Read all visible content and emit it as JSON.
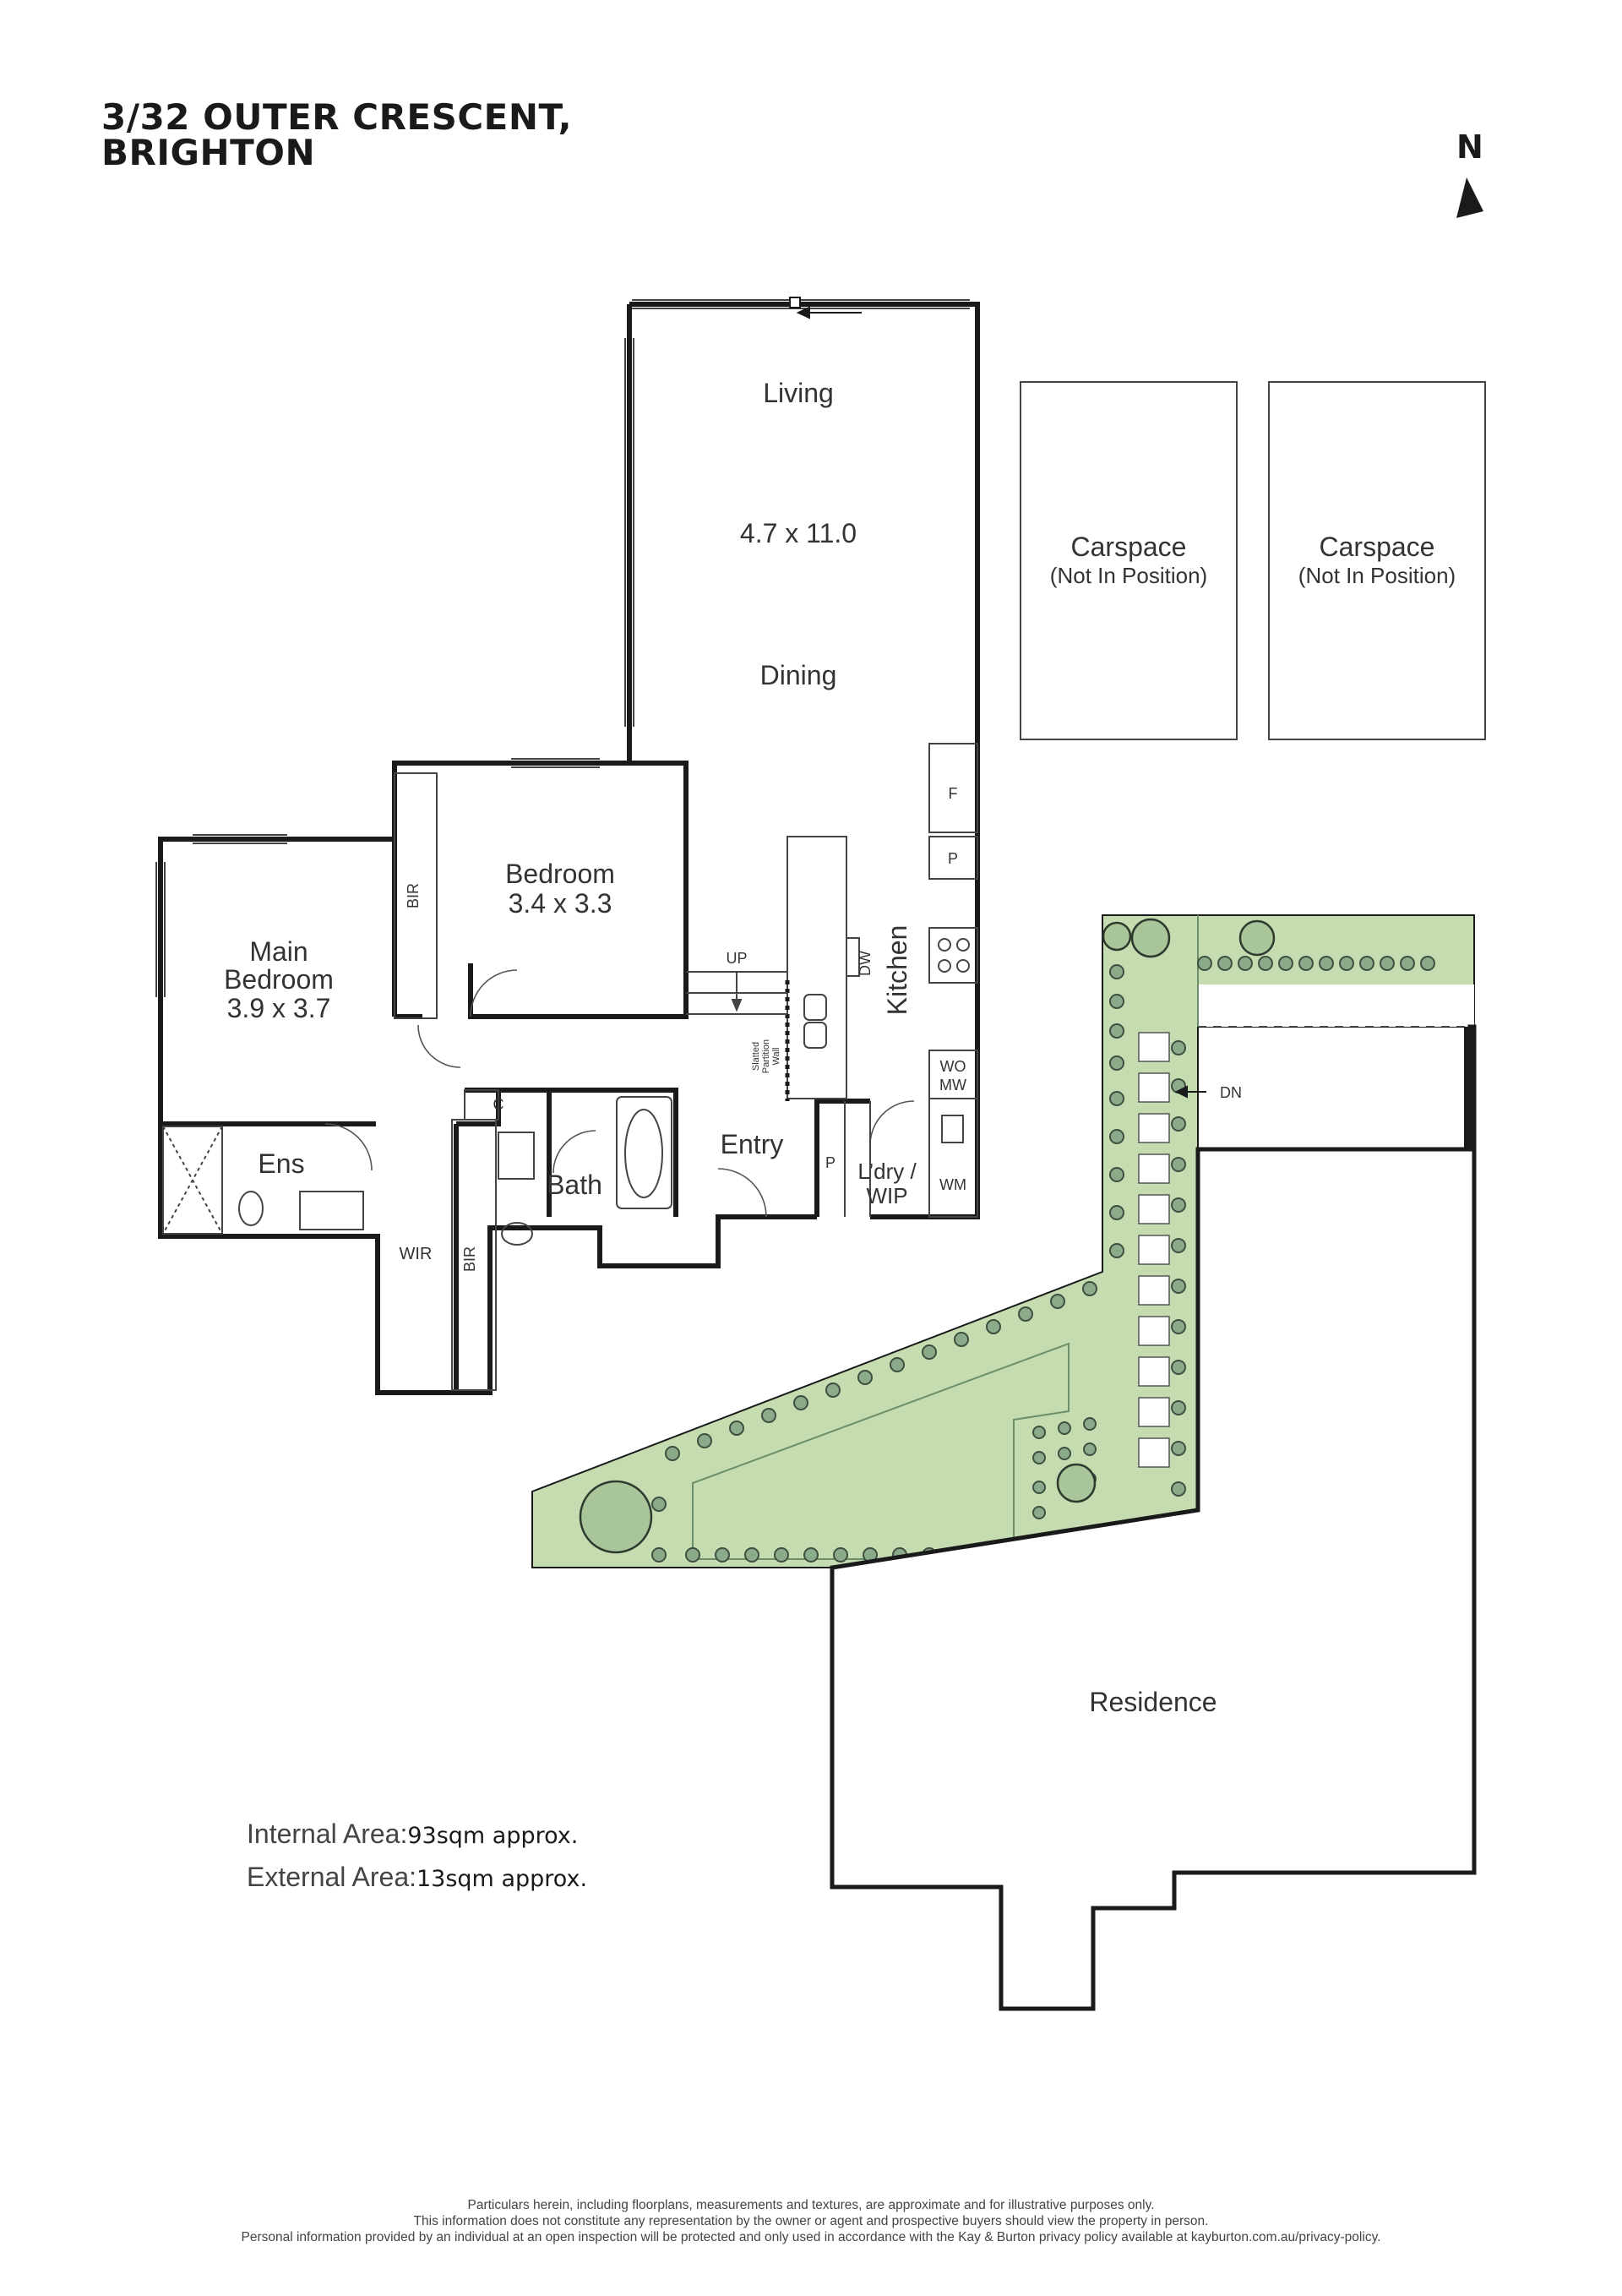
{
  "header": {
    "address_line1": "3/32 OUTER CRESCENT,",
    "address_line2": "BRIGHTON"
  },
  "compass": {
    "label": "N",
    "icon": "north-arrow-icon"
  },
  "rooms": {
    "living": "Living",
    "living_dims": "4.7 x 11.0",
    "dining": "Dining",
    "bedroom": "Bedroom",
    "bedroom_dims": "3.4 x 3.3",
    "main_bedroom_line1": "Main",
    "main_bedroom_line2": "Bedroom",
    "main_bedroom_dims": "3.9 x 3.7",
    "ensuite": "Ens",
    "bath": "Bath",
    "entry": "Entry",
    "kitchen": "Kitchen",
    "laundry_line1": "L’dry /",
    "laundry_line2": "WIP",
    "wir": "WIR",
    "bir": "BIR",
    "residence": "Residence"
  },
  "fixtures": {
    "fridge": "F",
    "pantry": "P",
    "dishwasher": "DW",
    "wall_oven": "WO",
    "microwave": "MW",
    "washing_machine": "WM",
    "cupboard": "C",
    "stairs_up": "UP",
    "stairs_down": "DN",
    "slatted_line1": "Slatted",
    "slatted_line2": "Partition",
    "slatted_line3": "Wall"
  },
  "carspaces": [
    {
      "label": "Carspace",
      "note": "(Not In Position)"
    },
    {
      "label": "Carspace",
      "note": "(Not In Position)"
    }
  ],
  "areas": {
    "internal_label": "Internal Area:",
    "internal_value": "93sqm approx.",
    "external_label": "External Area:",
    "external_value": "13sqm approx."
  },
  "disclaimer": {
    "line1": "Particulars herein, including floorplans, measurements and textures, are approximate and for illustrative purposes only.",
    "line2": "This information does not constitute any representation by the owner or agent and prospective buyers should view the property in person.",
    "line3": "Personal information provided by an individual at an open inspection will be protected and only used in accordance with the Kay & Burton privacy policy available at kayburton.com.au/privacy-policy."
  },
  "colors": {
    "wall": "#1a1a1a",
    "garden_fill": "#c4dcb0",
    "garden_edge": "#8ab08a",
    "shrub": "#4a5a4a",
    "thin_line": "#555555"
  }
}
